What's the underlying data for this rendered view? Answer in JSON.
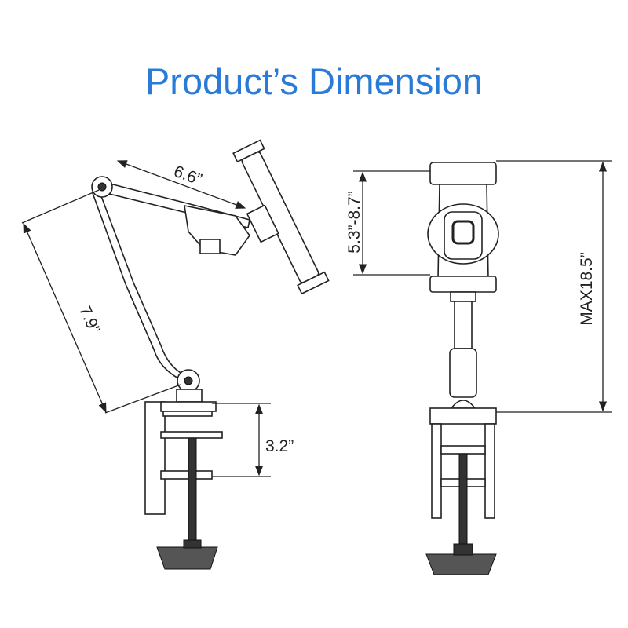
{
  "title": "Product’s Dimension",
  "title_color": "#2a7ad8",
  "dimensions": {
    "upper_arm": "6.6”",
    "lower_arm": "7.9”",
    "clamp_opening": "3.2”",
    "holder_range": "5.3”-8.7”",
    "max_height": "MAX18.5”"
  }
}
